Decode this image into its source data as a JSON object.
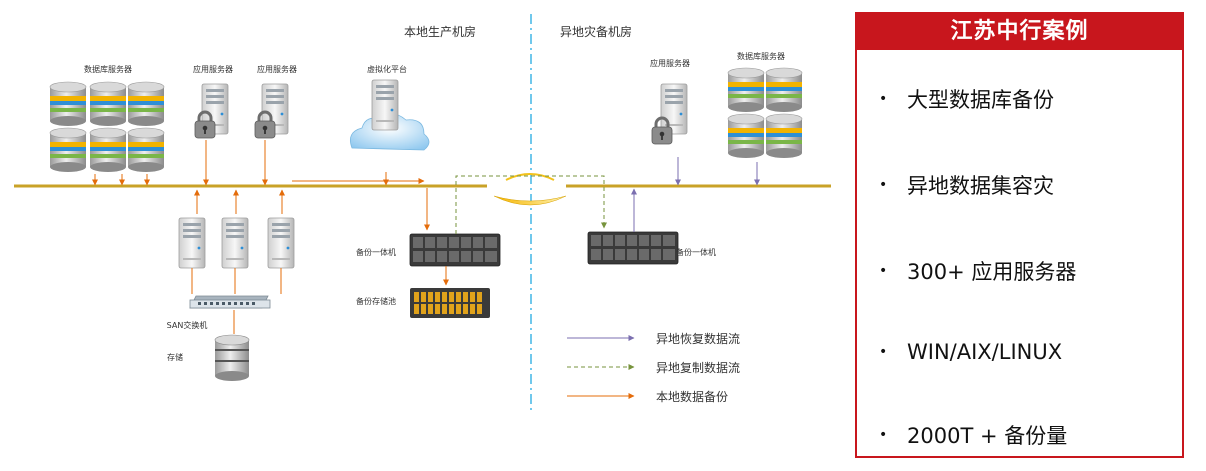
{
  "diagram": {
    "local_room_label": "本地生产机房",
    "remote_room_label": "异地灾备机房",
    "db_servers_label": "数据库服务器",
    "app_server_label": "应用服务器",
    "virtualization_label": "虚拟化平台",
    "san_switch_label": "SAN交换机",
    "storage_label": "存储",
    "backup_appliance_label": "备份一体机",
    "backup_storage_label": "备份存储池",
    "remote_app_server_label": "应用服务器",
    "remote_db_servers_label": "数据库服务器",
    "remote_backup_appliance_label": "备份一体机"
  },
  "legend": {
    "items": [
      {
        "label": "异地恢复数据流",
        "color": "#7b6fb0",
        "style": "solid"
      },
      {
        "label": "异地复制数据流",
        "color": "#77933c",
        "style": "dashed"
      },
      {
        "label": "本地数据备份",
        "color": "#e46c0a",
        "style": "solid"
      }
    ]
  },
  "colors": {
    "bus": "#c9a227",
    "accent": "#c8161d",
    "divider": "#41b6e6"
  },
  "case_panel": {
    "title": "江苏中行案例",
    "bullet": "•",
    "items": [
      "大型数据库备份",
      "异地数据集容灾",
      "300+ 应用服务器",
      "WIN/AIX/LINUX",
      "2000T + 备份量"
    ]
  }
}
